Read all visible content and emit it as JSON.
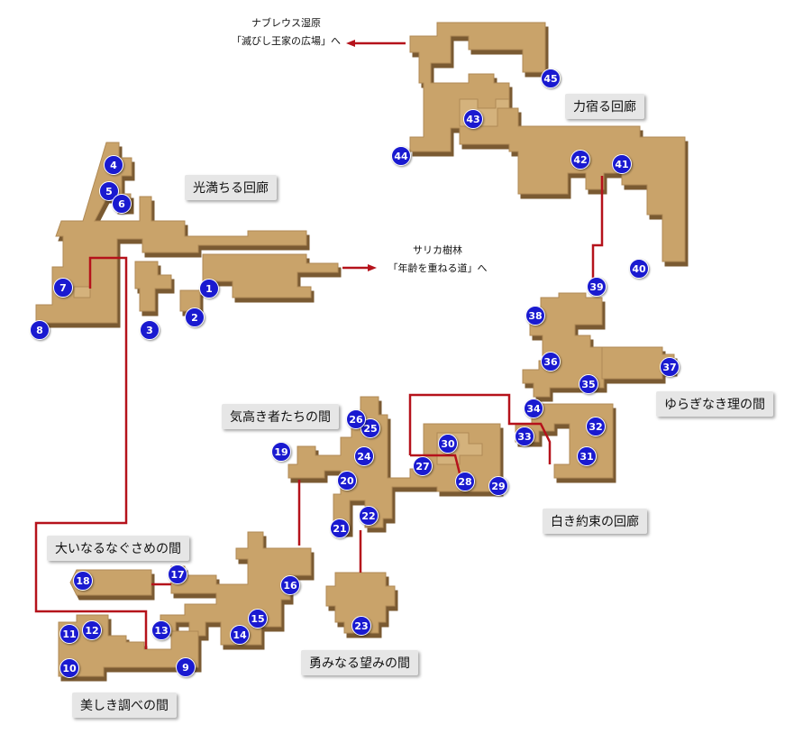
{
  "areas": {
    "hikari": "光満ちる回廊",
    "chikara": "力宿る回廊",
    "yuragi": "ゆらぎなき理の間",
    "shiroki": "白き約束の回廊",
    "kedakaki": "気高き者たちの間",
    "ooinaru": "大いなるなぐさめの間",
    "isami": "勇みなる望みの間",
    "utsukushiki": "美しき調べの間"
  },
  "exits": {
    "nabureus_1": "ナブレウス湿原",
    "nabureus_2": "「滅びし王家の広場」へ",
    "sarika_1": "サリカ樹林",
    "sarika_2": "「年齢を重ねる道」へ"
  },
  "markers": [
    "1",
    "2",
    "3",
    "4",
    "5",
    "6",
    "7",
    "8",
    "9",
    "10",
    "11",
    "12",
    "13",
    "14",
    "15",
    "16",
    "17",
    "18",
    "19",
    "20",
    "21",
    "22",
    "23",
    "24",
    "25",
    "26",
    "27",
    "28",
    "29",
    "30",
    "31",
    "32",
    "33",
    "34",
    "35",
    "36",
    "37",
    "38",
    "39",
    "40",
    "41",
    "42",
    "43",
    "44",
    "45"
  ],
  "colors": {
    "floor": "#c9a36a",
    "floor_side": "#8c6a3c",
    "route": "#b5121b",
    "marker": "#1a1ad0",
    "label_bg": "#e6e6e6"
  }
}
